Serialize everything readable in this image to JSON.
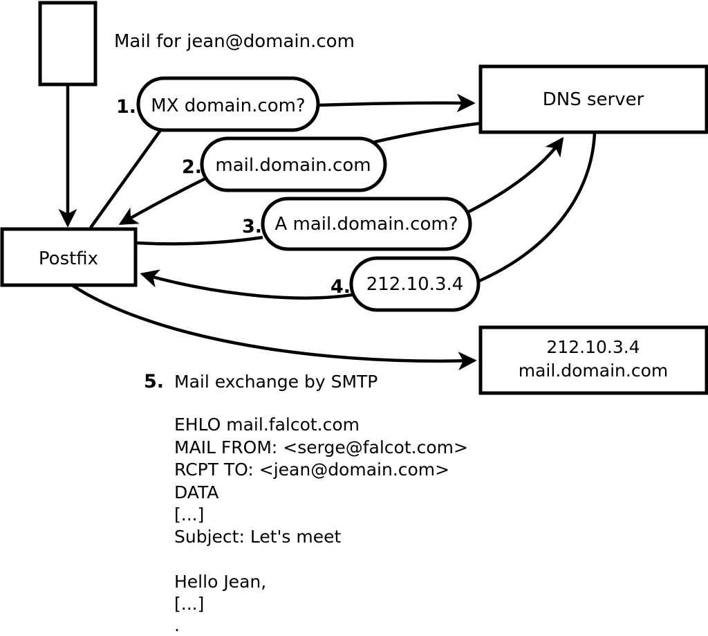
{
  "diagram": {
    "colors": {
      "background": "#ffffff",
      "line": "#000000",
      "text": "#000000"
    },
    "mail_label": "Mail for jean@domain.com",
    "nodes": {
      "postfix": "Postfix",
      "dns_server": "DNS server",
      "mail_server_line1": "212.10.3.4",
      "mail_server_line2": "mail.domain.com"
    },
    "steps": [
      {
        "num": "1.",
        "label": "MX domain.com?"
      },
      {
        "num": "2.",
        "label": "mail.domain.com"
      },
      {
        "num": "3.",
        "label": "A mail.domain.com?"
      },
      {
        "num": "4.",
        "label": "212.10.3.4"
      },
      {
        "num": "5.",
        "label": "Mail exchange by SMTP"
      }
    ],
    "smtp_session": [
      "EHLO mail.falcot.com",
      "MAIL FROM: <serge@falcot.com>",
      "RCPT TO: <jean@domain.com>",
      "DATA",
      "[...]",
      "Subject: Let's meet",
      "Hello Jean,",
      "[...]",
      "."
    ]
  }
}
